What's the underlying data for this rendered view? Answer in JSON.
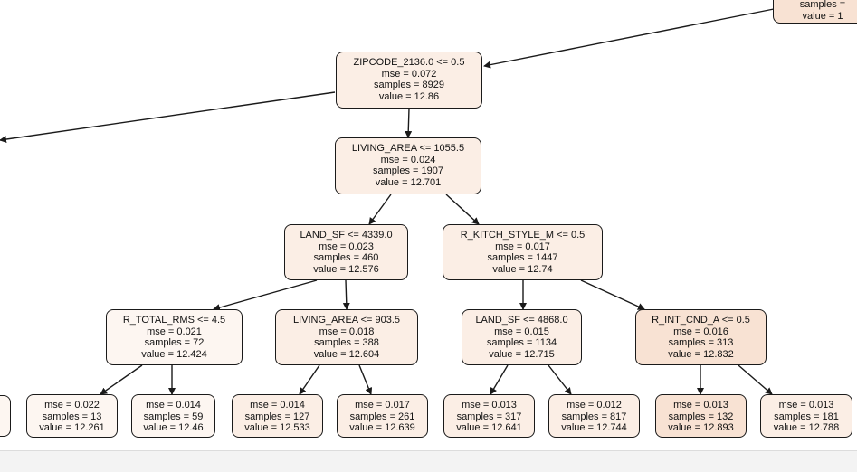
{
  "colors": {
    "node_fill_light": "#fdf6f1",
    "node_fill_medium": "#fbeee5",
    "node_fill_dark": "#f8e2d3",
    "edge": "#1a1a1a"
  },
  "nodes": {
    "top_right": {
      "lines": [
        "samples =",
        "value = 1"
      ]
    },
    "left_edge": {
      "lines": [
        "",
        ""
      ]
    },
    "zipcode": {
      "lines": [
        "ZIPCODE_2136.0 <= 0.5",
        "mse = 0.072",
        "samples = 8929",
        "value = 12.86"
      ]
    },
    "living_area_1055": {
      "lines": [
        "LIVING_AREA <= 1055.5",
        "mse = 0.024",
        "samples = 1907",
        "value = 12.701"
      ]
    },
    "land_sf_4339": {
      "lines": [
        "LAND_SF <= 4339.0",
        "mse = 0.023",
        "samples = 460",
        "value = 12.576"
      ]
    },
    "kitch_style": {
      "lines": [
        "R_KITCH_STYLE_M <= 0.5",
        "mse = 0.017",
        "samples = 1447",
        "value = 12.74"
      ]
    },
    "total_rms": {
      "lines": [
        "R_TOTAL_RMS <= 4.5",
        "mse = 0.021",
        "samples = 72",
        "value = 12.424"
      ]
    },
    "living_area_903": {
      "lines": [
        "LIVING_AREA <= 903.5",
        "mse = 0.018",
        "samples = 388",
        "value = 12.604"
      ]
    },
    "land_sf_4868": {
      "lines": [
        "LAND_SF <= 4868.0",
        "mse = 0.015",
        "samples = 1134",
        "value = 12.715"
      ]
    },
    "int_cnd": {
      "lines": [
        "R_INT_CND_A <= 0.5",
        "mse = 0.016",
        "samples = 313",
        "value = 12.832"
      ]
    },
    "leaf_1": {
      "lines": [
        "mse = 0.022",
        "samples = 13",
        "value = 12.261"
      ]
    },
    "leaf_2": {
      "lines": [
        "mse = 0.014",
        "samples = 59",
        "value = 12.46"
      ]
    },
    "leaf_3": {
      "lines": [
        "mse = 0.014",
        "samples = 127",
        "value = 12.533"
      ]
    },
    "leaf_4": {
      "lines": [
        "mse = 0.017",
        "samples = 261",
        "value = 12.639"
      ]
    },
    "leaf_5": {
      "lines": [
        "mse = 0.013",
        "samples = 317",
        "value = 12.641"
      ]
    },
    "leaf_6": {
      "lines": [
        "mse = 0.012",
        "samples = 817",
        "value = 12.744"
      ]
    },
    "leaf_7": {
      "lines": [
        "mse = 0.013",
        "samples = 132",
        "value = 12.893"
      ]
    },
    "leaf_8": {
      "lines": [
        "mse = 0.013",
        "samples = 181",
        "value = 12.788"
      ]
    }
  }
}
